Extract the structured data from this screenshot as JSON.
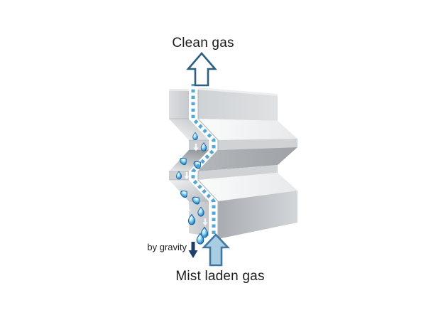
{
  "diagram": {
    "type": "mist-eliminator-vane-schematic",
    "labels": {
      "clean_gas": "Clean gas",
      "by_gravity": "by gravity",
      "mist_laden_gas": "Mist laden gas"
    },
    "flow": {
      "inlet": "Mist laden gas enters at bottom (blue up arrow)",
      "outlet": "Clean gas exits at top (outlined up arrow)",
      "drainage": "collected droplets fall down by gravity (navy down arrow)",
      "gas_path": "dotted blue zigzag line between vane plates"
    },
    "icons": [
      "clean-gas-up-arrow-icon",
      "mist-gas-up-arrow-icon",
      "gravity-down-arrow-icon",
      "droplet-icon",
      "droplet-slide-icon",
      "mini-down-arrow-icon"
    ],
    "colors": {
      "background": "#ffffff",
      "text": "#1c1c1c",
      "flow_dotted_blue": "#55a8d6",
      "clean_arrow_outline": "#2d5f80",
      "clean_arrow_fill": "#ffffff",
      "mist_arrow_fill": "#a9cde3",
      "mist_arrow_outline": "#44779f",
      "gravity_arrow": "#1e3f66",
      "droplet_dark": "#125a92",
      "droplet_light": "#9fdcf4",
      "plate_bright": "#fbfcfc",
      "plate_mid": "#d2d4d7",
      "plate_dark": "#a9acb0"
    }
  }
}
